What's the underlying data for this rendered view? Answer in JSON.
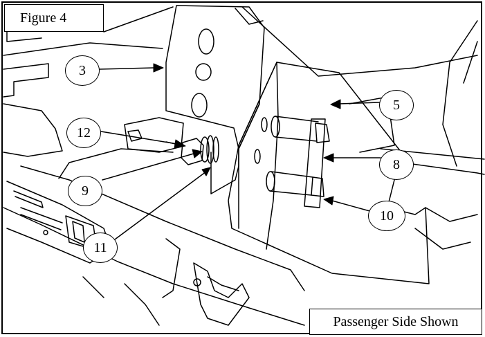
{
  "figure_label": "Figure 4",
  "caption": "Passenger Side Shown",
  "callouts": [
    "3",
    "5",
    "12",
    "8",
    "9",
    "11",
    "10"
  ],
  "colors": {
    "line": "#000000",
    "background": "#ffffff"
  }
}
